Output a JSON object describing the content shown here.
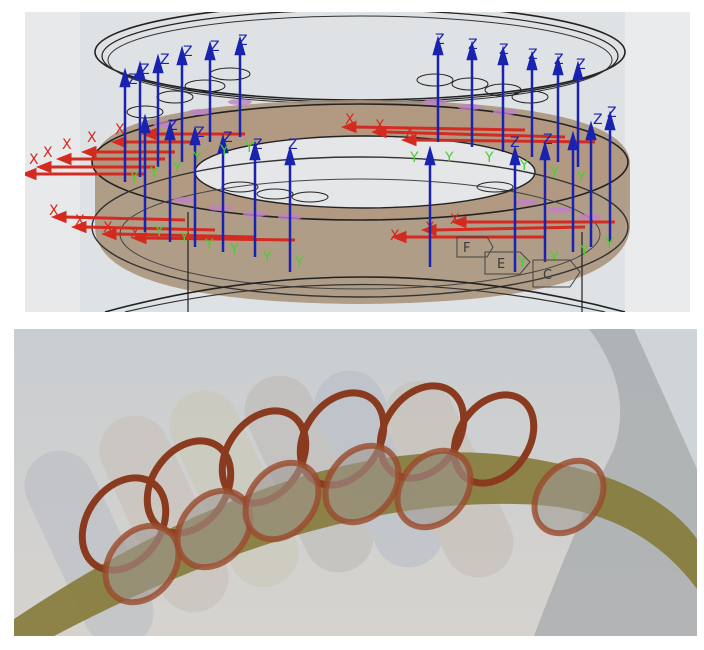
{
  "figure": {
    "panels": [
      {
        "id": "top",
        "description": "Transparent CAD assembly of annular ring with hole coordinate systems",
        "axis_labels": {
          "x": "X",
          "y": "Y",
          "z": "Z"
        },
        "axis_colors": {
          "x": "#d42a20",
          "y": "#44d22c",
          "z": "#1a22b0"
        },
        "callout_labels": [
          "F",
          "E",
          "C"
        ],
        "ring_color": "#a08468",
        "background": "#e6e8e9"
      },
      {
        "id": "bottom",
        "description": "Close-up of cylinders passing through ring with highlighted hole edges",
        "ring_edge_color": "#8a3a1e",
        "band_color": "#857a3a",
        "background": "#c6cacc"
      }
    ]
  }
}
